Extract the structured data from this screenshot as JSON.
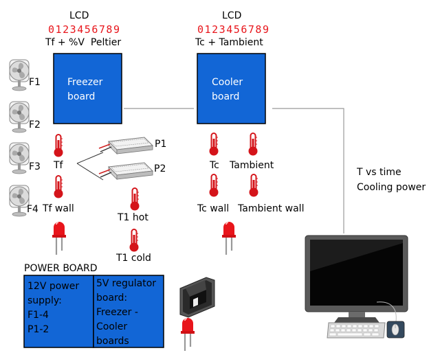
{
  "lcd_left": {
    "title": "LCD",
    "digits": "0123456789",
    "subtitle": "Tf + %V  Peltier"
  },
  "lcd_right": {
    "title": "LCD",
    "digits": "0123456789",
    "subtitle": "Tc + Tambient"
  },
  "freezer_board": {
    "label": "Freezer\nboard"
  },
  "cooler_board": {
    "label": "Cooler\nboard"
  },
  "fans": [
    "F1",
    "F2",
    "F3",
    "F4"
  ],
  "sensors": {
    "tf": "Tf",
    "tf_wall": "Tf wall",
    "t1_hot": "T1 hot",
    "t1_cold": "T1 cold",
    "tc": "Tc",
    "tambient": "Tambient",
    "tc_wall": "Tc wall",
    "tambient_wall": "Tambient wall"
  },
  "peltiers": [
    "P1",
    "P2"
  ],
  "computer": {
    "line1": "T vs time",
    "line2": "Cooling power"
  },
  "power_board": {
    "title": "POWER BOARD",
    "supply": "12V power\nsupply:\nF1-4\nP1-2",
    "regulator": "5V regulator\nboard:\nFreezer -\nCooler\nboards"
  },
  "colors": {
    "board_blue": "#1266d6",
    "led_red": "#e8151b",
    "thermo_red": "#d4141a"
  },
  "icons": [
    "fan-icon",
    "thermometer-icon",
    "peltier-module-icon",
    "led-icon",
    "rocker-switch-icon",
    "desktop-computer-icon",
    "keyboard-icon",
    "mouse-icon"
  ]
}
